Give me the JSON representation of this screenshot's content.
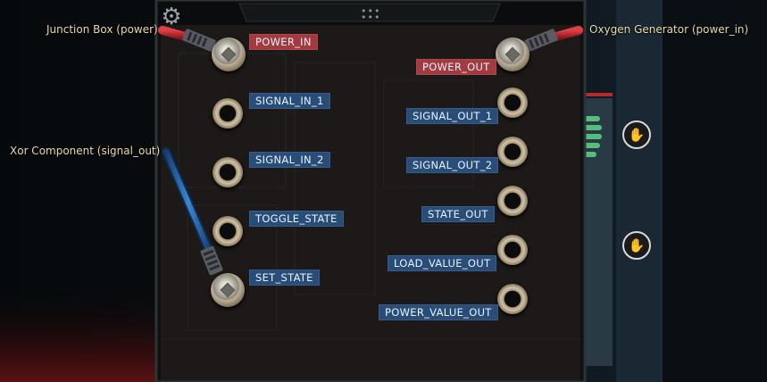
{
  "external_connections": {
    "left_top": "Junction Box (power)",
    "left_mid": "Xor Component (signal_out)",
    "right_top": "Oxygen Generator (power_in)"
  },
  "inputs": [
    {
      "label": "POWER_IN",
      "color": "#a23a3f"
    },
    {
      "label": "SIGNAL_IN_1",
      "color": "#284d79"
    },
    {
      "label": "SIGNAL_IN_2",
      "color": "#284d79"
    },
    {
      "label": "TOGGLE_STATE",
      "color": "#284d79"
    },
    {
      "label": "SET_STATE",
      "color": "#284d79"
    }
  ],
  "outputs": [
    {
      "label": "POWER_OUT",
      "color": "#a23a3f"
    },
    {
      "label": "SIGNAL_OUT_1",
      "color": "#284d79"
    },
    {
      "label": "SIGNAL_OUT_2",
      "color": "#284d79"
    },
    {
      "label": "STATE_OUT",
      "color": "#284d79"
    },
    {
      "label": "LOAD_VALUE_OUT",
      "color": "#284d79"
    },
    {
      "label": "POWER_VALUE_OUT",
      "color": "#284d79"
    }
  ],
  "icons": {
    "settings": "gear-icon",
    "drag": "grip-icon",
    "interact": "hand-icon"
  },
  "colors": {
    "power_wire": "#c0262b",
    "signal_wire": "#2a6db0",
    "panel": "#1a1d1c"
  }
}
